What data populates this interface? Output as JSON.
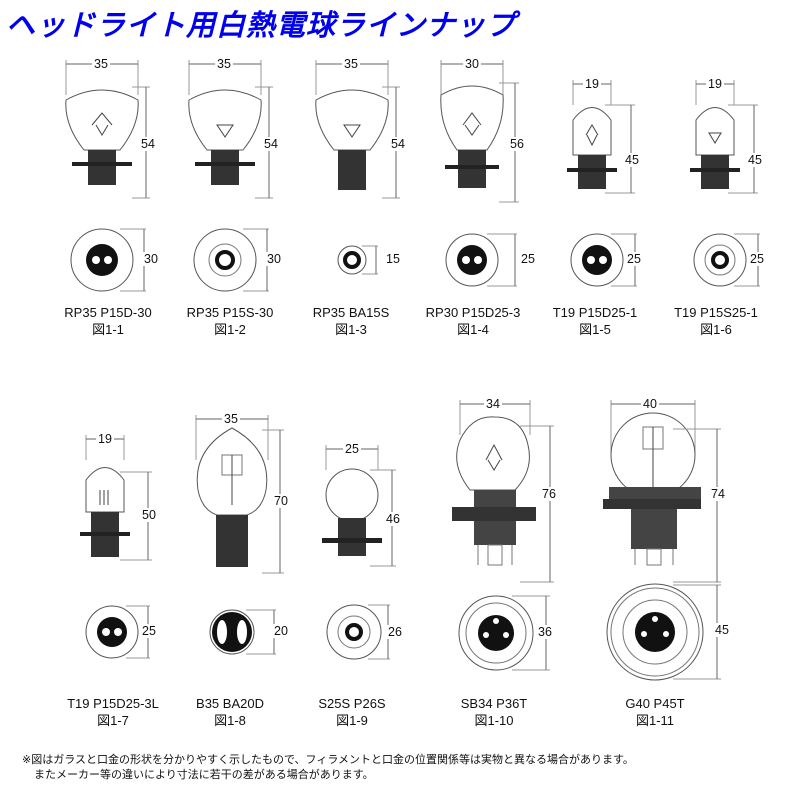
{
  "title": "ヘッドライト用白熱電球ラインナップ",
  "figures": [
    {
      "id": "1-1",
      "model": "RP35 P15D-30",
      "label": "図1-1",
      "width": "35",
      "height": "54",
      "base_dia": "30"
    },
    {
      "id": "1-2",
      "model": "RP35 P15S-30",
      "label": "図1-2",
      "width": "35",
      "height": "54",
      "base_dia": "30"
    },
    {
      "id": "1-3",
      "model": "RP35 BA15S",
      "label": "図1-3",
      "width": "35",
      "height": "54",
      "base_dia": "15"
    },
    {
      "id": "1-4",
      "model": "RP30 P15D25-3",
      "label": "図1-4",
      "width": "30",
      "height": "56",
      "base_dia": "25"
    },
    {
      "id": "1-5",
      "model": "T19 P15D25-1",
      "label": "図1-5",
      "width": "19",
      "height": "45",
      "base_dia": "25"
    },
    {
      "id": "1-6",
      "model": "T19 P15S25-1",
      "label": "図1-6",
      "width": "19",
      "height": "45",
      "base_dia": "25"
    },
    {
      "id": "1-7",
      "model": "T19 P15D25-3L",
      "label": "図1-7",
      "width": "19",
      "height": "50",
      "base_dia": "25"
    },
    {
      "id": "1-8",
      "model": "B35 BA20D",
      "label": "図1-8",
      "width": "35",
      "height": "70",
      "base_dia": "20"
    },
    {
      "id": "1-9",
      "model": "S25S P26S",
      "label": "図1-9",
      "width": "25",
      "height": "46",
      "base_dia": "26"
    },
    {
      "id": "1-10",
      "model": "SB34 P36T",
      "label": "図1-10",
      "width": "34",
      "height": "76",
      "base_dia": "36"
    },
    {
      "id": "1-11",
      "model": "G40 P45T",
      "label": "図1-11",
      "width": "40",
      "height": "74",
      "base_dia": "45"
    }
  ],
  "note": {
    "line1": "※図はガラスと口金の形状を分かりやすく示したもので、フィラメントと口金の位置関係等は実物と異なる場合があります。",
    "line2": "またメーカー等の違いにより寸法に若干の差がある場合があります。"
  },
  "colors": {
    "title": "#0000ee",
    "base_dark": "#222222",
    "line": "#666666"
  }
}
